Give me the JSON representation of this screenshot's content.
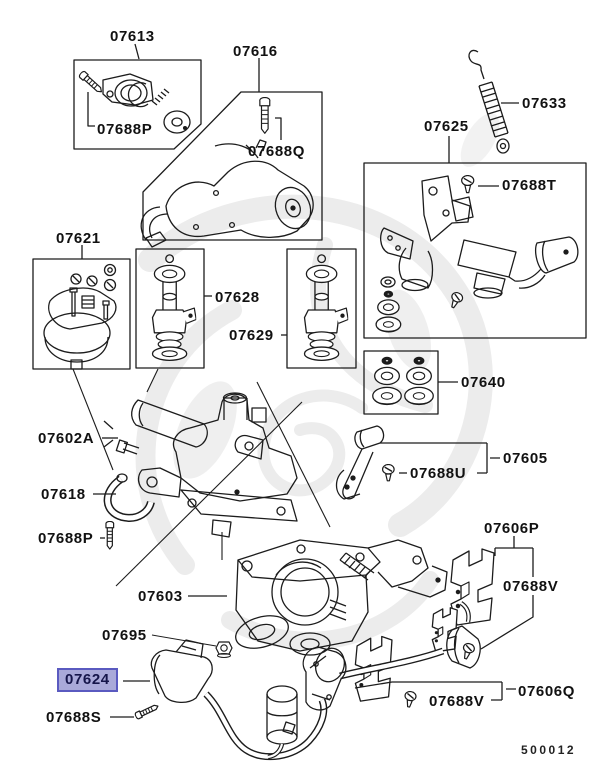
{
  "diagram": {
    "figure_code": "500012",
    "selected_part": "07624",
    "highlight_colors": {
      "fill": "#a9a9d9",
      "border": "#5a5ac0",
      "text": "#15154a"
    },
    "line_color": "#1c1c1c",
    "watermark_color": "#ececec",
    "parts": {
      "p07613": {
        "number": "07613"
      },
      "p07616": {
        "number": "07616"
      },
      "p07688p_1": {
        "number": "07688P"
      },
      "p07688q": {
        "number": "07688Q"
      },
      "p07633": {
        "number": "07633"
      },
      "p07625": {
        "number": "07625"
      },
      "p07688t": {
        "number": "07688T"
      },
      "p07621": {
        "number": "07621"
      },
      "p07628": {
        "number": "07628"
      },
      "p07629": {
        "number": "07629"
      },
      "p07640": {
        "number": "07640"
      },
      "p07602a": {
        "number": "07602A"
      },
      "p07605": {
        "number": "07605"
      },
      "p07688u": {
        "number": "07688U"
      },
      "p07618": {
        "number": "07618"
      },
      "p07606p": {
        "number": "07606P"
      },
      "p07688p_2": {
        "number": "07688P"
      },
      "p07688v_1": {
        "number": "07688V"
      },
      "p07603": {
        "number": "07603"
      },
      "p07695": {
        "number": "07695"
      },
      "p07624": {
        "number": "07624"
      },
      "p07606q": {
        "number": "07606Q"
      },
      "p07688s": {
        "number": "07688S"
      },
      "p07688v_2": {
        "number": "07688V"
      }
    }
  }
}
